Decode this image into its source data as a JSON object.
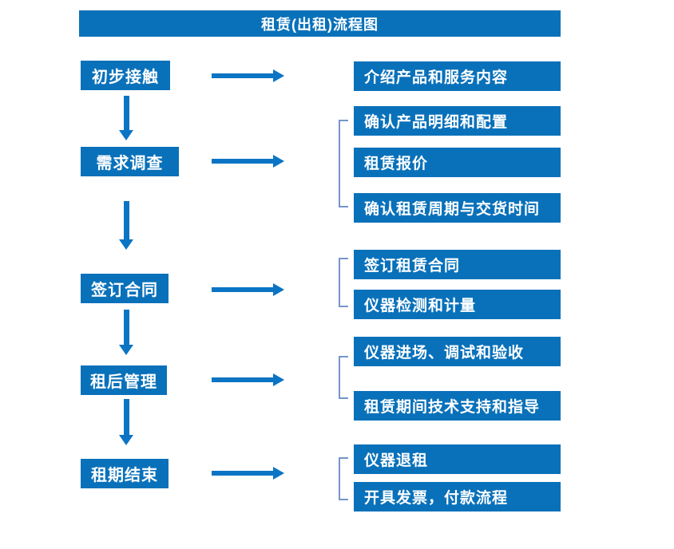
{
  "title": "租赁(出租)流程图",
  "colors": {
    "box_blue": "#0971ba",
    "arrow_blue": "#0b74c4",
    "bracket_blue": "#7596c8",
    "text_white": "#ffffff",
    "background": "#ffffff"
  },
  "steps": [
    {
      "label": "初步接触",
      "outputs": [
        "介绍产品和服务内容"
      ]
    },
    {
      "label": "需求调查",
      "outputs": [
        "确认产品明细和配置",
        "租赁报价",
        "确认租赁周期与交货时间"
      ]
    },
    {
      "label": "签订合同",
      "outputs": [
        "签订租赁合同",
        "仪器检测和计量"
      ]
    },
    {
      "label": "租后管理",
      "outputs": [
        "仪器进场、调试和验收",
        "租赁期间技术支持和指导"
      ]
    },
    {
      "label": "租期结束",
      "outputs": [
        "仪器退租",
        "开具发票，付款流程"
      ]
    }
  ]
}
